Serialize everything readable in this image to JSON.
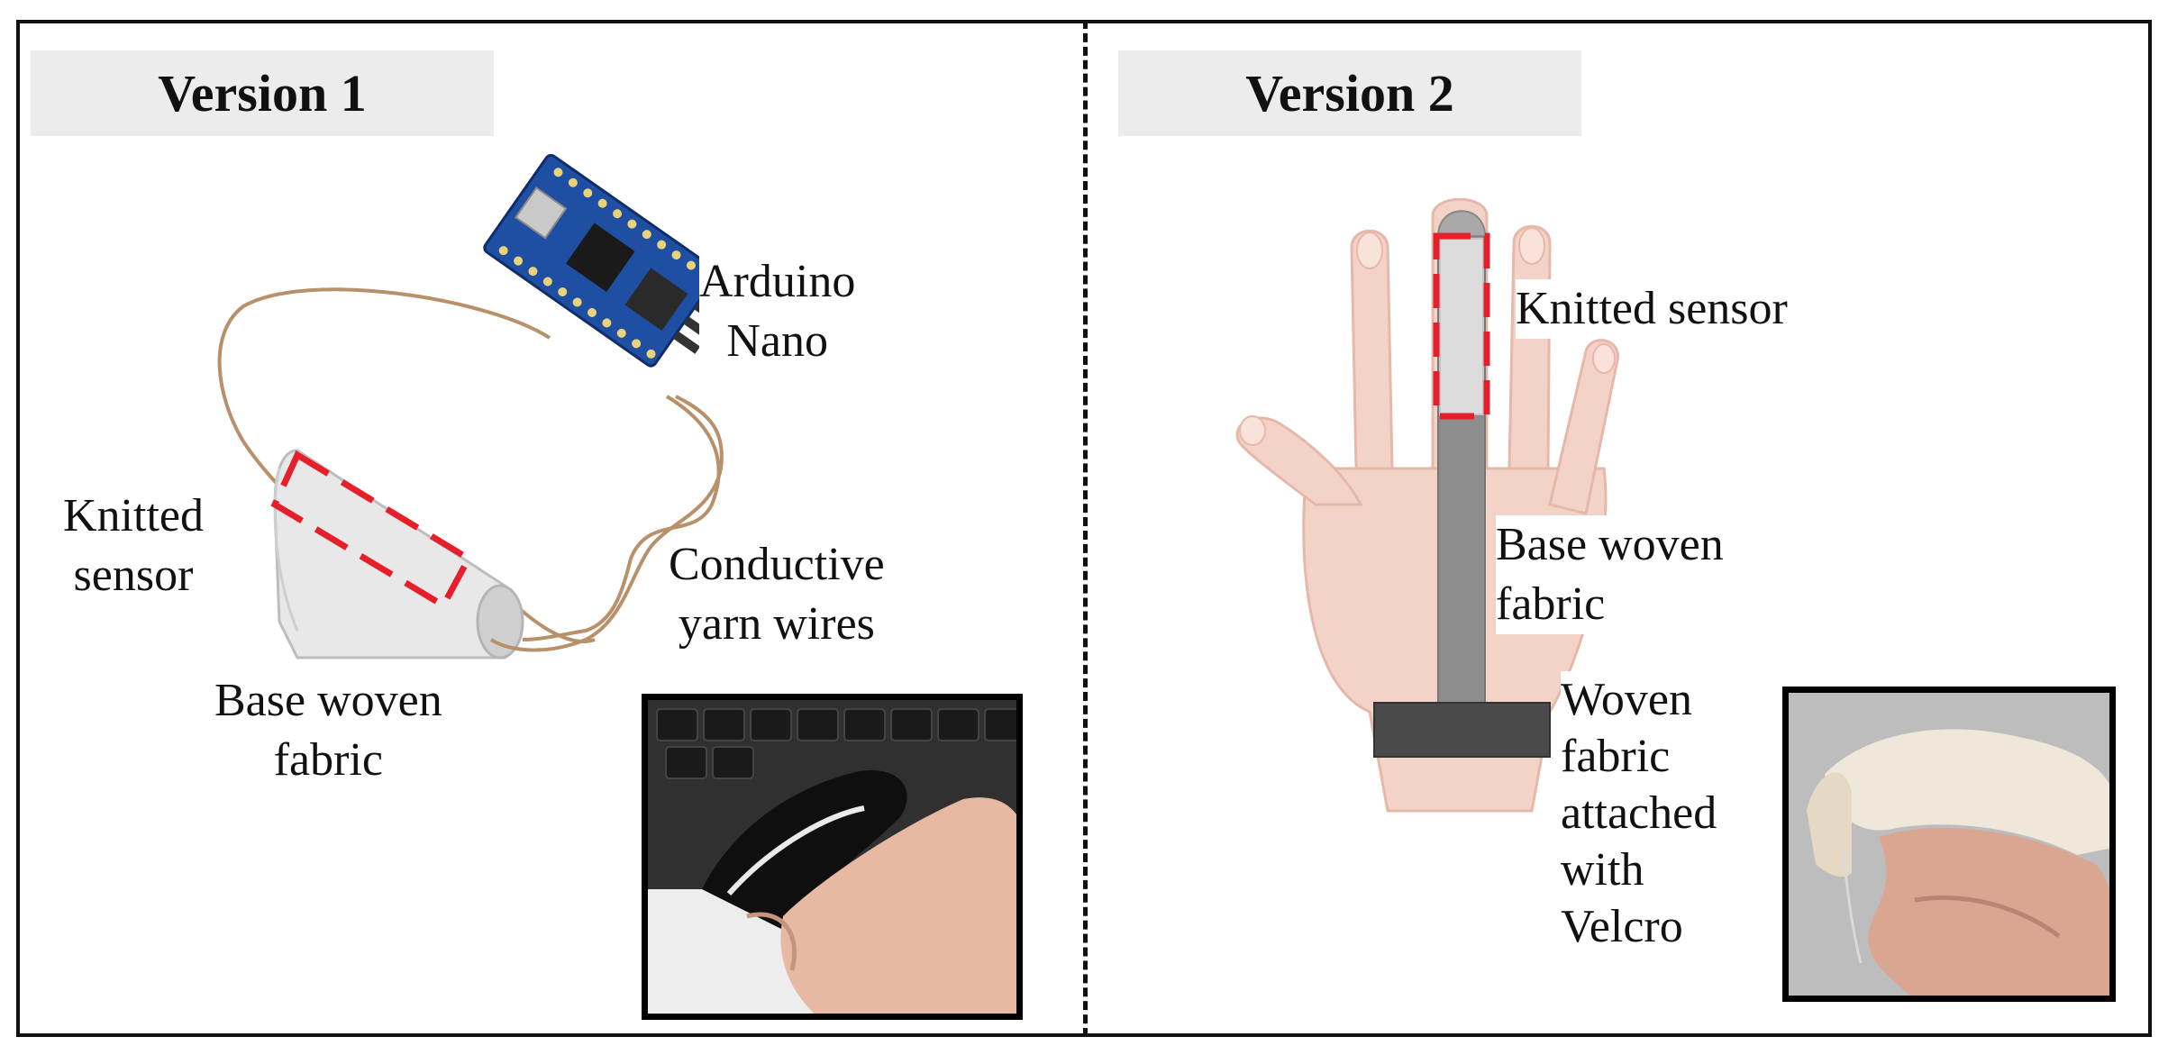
{
  "version1": {
    "title": "Version 1",
    "labels": {
      "arduino": "Arduino\nNano",
      "knitted_sensor": "Knitted\nsensor",
      "conductive_yarn": "Conductive\nyarn wires",
      "base_woven": "Base woven\nfabric"
    }
  },
  "version2": {
    "title": "Version 2",
    "labels": {
      "knitted_sensor": "Knitted sensor",
      "base_woven": "Base woven\nfabric",
      "woven_velcro": "Woven\nfabric\nattached\nwith\nVelcro"
    }
  },
  "colors": {
    "sensor_outline": "#e5202a",
    "wire": "#b8906a",
    "board": "#1f4fa3",
    "skin": "#f3d2c8",
    "fabric_gray": "#8d8d8d"
  }
}
